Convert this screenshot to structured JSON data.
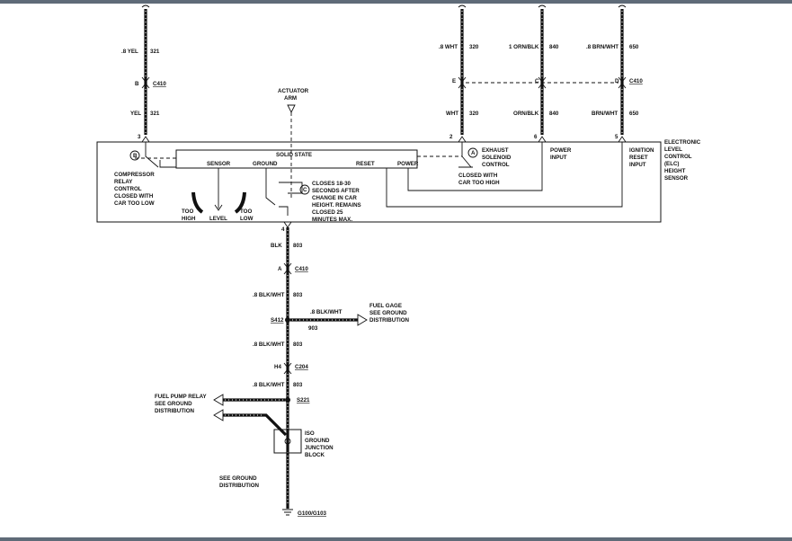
{
  "wires_top": {
    "w321_upper": ".8 YEL",
    "w321_upper_circuit": "321",
    "w321_lower": "YEL",
    "w321_lower_circuit": "321",
    "w320_upper": ".8 WHT",
    "w320_upper_circuit": "320",
    "w320_lower": "WHT",
    "w320_lower_circuit": "320",
    "w840_upper": "1 ORN/BLK",
    "w840_upper_circuit": "840",
    "w840_lower": "ORN/BLK",
    "w840_lower_circuit": "840",
    "w650_upper": ".8 BRN/WHT",
    "w650_upper_circuit": "650",
    "w650_lower": "BRN/WHT",
    "w650_lower_circuit": "650"
  },
  "connectors": {
    "c410": "C410",
    "c204": "C204",
    "pin_b": "B",
    "pin_e": "E",
    "pin_c": "C",
    "pin_d": "D",
    "pin_a": "A",
    "pin_h4": "H4"
  },
  "terminals": {
    "t3": "3",
    "t2": "2",
    "t6": "6",
    "t5": "5",
    "t4": "4"
  },
  "sensor": {
    "actuator_line1": "ACTUATOR",
    "actuator_line2": "ARM",
    "solid_state": "SOLID STATE",
    "sensor_label": "SENSOR",
    "ground_label": "GROUND",
    "reset_label": "RESET",
    "power_label": "POWER",
    "marker_b": "B",
    "marker_a": "A",
    "marker_c": "C",
    "compressor": [
      "COMPRESSOR",
      "RELAY",
      "CONTROL",
      "CLOSED WITH",
      "CAR TOO LOW"
    ],
    "exhaust": [
      "EXHAUST",
      "SOLENOID",
      "CONTROL"
    ],
    "closed_high": [
      "CLOSED WITH",
      "CAR TOO HIGH"
    ],
    "power_input": [
      "POWER",
      "INPUT"
    ],
    "ignition": [
      "IGNITION",
      "RESET",
      "INPUT"
    ],
    "closes": [
      "CLOSES 18-30",
      "SECONDS AFTER",
      "CHANGE IN CAR",
      "HEIGHT.  REMAINS",
      "CLOSED 25",
      "MINUTES MAX."
    ],
    "too_high": [
      "TOO",
      "HIGH"
    ],
    "level": "LEVEL",
    "too_low": [
      "TOO",
      "LOW"
    ],
    "elc_title": [
      "ELECTRONIC",
      "LEVEL",
      "CONTROL",
      "(ELC)",
      "HEIGHT",
      "SENSOR"
    ]
  },
  "ground": {
    "w803_a": "BLK",
    "w803_a_circuit": "803",
    "w803_b": ".8 BLK/WHT",
    "w803_b_circuit": "803",
    "w903": ".8 BLK/WHT",
    "w903_circuit": "903",
    "fuel_gage": [
      "FUEL GAGE",
      "SEE GROUND",
      "DISTRIBUTION"
    ],
    "s412": "S412",
    "w803_c": ".8 BLK/WHT",
    "w803_c_circuit": "803",
    "w803_d": ".8 BLK/WHT",
    "w803_d_circuit": "803",
    "fuel_pump": [
      "FUEL PUMP RELAY",
      "SEE GROUND",
      "DISTRIBUTION"
    ],
    "s221": "S221",
    "iso": [
      "ISO",
      "GROUND",
      "JUNCTION",
      "BLOCK"
    ],
    "see_ground": [
      "SEE GROUND",
      "DISTRIBUTION"
    ],
    "g100": "G100/G103"
  }
}
